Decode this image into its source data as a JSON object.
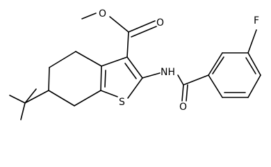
{
  "molecule": {
    "atom_labels": {
      "ester_carbonyl_o": "O",
      "ester_ether_o": "O",
      "thiophene_s": "S",
      "amide_nh": "NH",
      "amide_o": "O",
      "fluorine": "F"
    }
  }
}
